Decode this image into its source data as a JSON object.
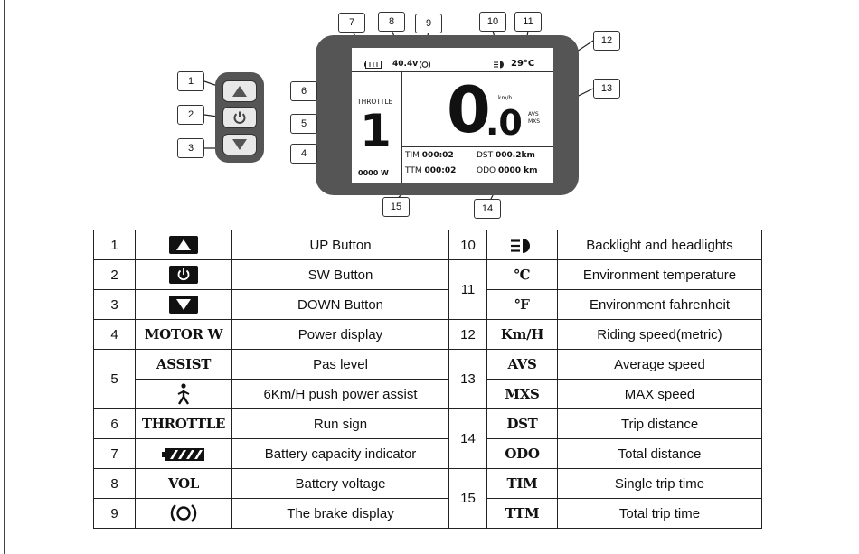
{
  "diagram": {
    "callouts": [
      "1",
      "2",
      "3",
      "4",
      "5",
      "6",
      "7",
      "8",
      "9",
      "10",
      "11",
      "12",
      "13",
      "14",
      "15"
    ],
    "screen": {
      "voltage": "40.4v",
      "temperature": "29°C",
      "throttle": "THROTTLE",
      "assist_level": "1",
      "power": "0000 W",
      "speed_int": "0",
      "speed_dec": ".0",
      "speed_unit": "km/h",
      "avs": "AVS",
      "mxs": "MXS",
      "tim_label": "TIM",
      "tim_value": "000:02",
      "ttm_label": "TTM",
      "ttm_value": "000:02",
      "dst_label": "DST",
      "dst_value": "000.2km",
      "odo_label": "ODO",
      "odo_value": "0000 km"
    }
  },
  "legend": {
    "left": [
      {
        "num": "1",
        "symbol_icon": "up-button-icon",
        "desc": "UP Button"
      },
      {
        "num": "2",
        "symbol_icon": "power-button-icon",
        "desc": "SW Button"
      },
      {
        "num": "3",
        "symbol_icon": "down-button-icon",
        "desc": "DOWN Button"
      },
      {
        "num": "4",
        "symbol": "MOTOR W",
        "desc": "Power display"
      },
      {
        "num": "5",
        "symbol": "ASSIST",
        "desc": "Pas level"
      },
      {
        "num": "",
        "symbol_icon": "walking-person-icon",
        "desc": "6Km/H push power assist"
      },
      {
        "num": "6",
        "symbol": "THROTTLE",
        "desc": "Run sign"
      },
      {
        "num": "7",
        "symbol_icon": "battery-icon",
        "desc": "Battery capacity indicator"
      },
      {
        "num": "8",
        "symbol": "VOL",
        "desc": "Battery voltage"
      },
      {
        "num": "9",
        "symbol_icon": "brake-icon",
        "desc": "The brake display"
      }
    ],
    "right": [
      {
        "num": "10",
        "symbol_icon": "headlight-icon",
        "desc": "Backlight and headlights"
      },
      {
        "num": "11",
        "symbol": "℃",
        "desc": "Environment temperature"
      },
      {
        "num": "",
        "symbol": "℉",
        "desc": "Environment fahrenheit"
      },
      {
        "num": "12",
        "symbol": "Km/H",
        "desc": "Riding speed(metric)"
      },
      {
        "num": "13",
        "symbol": "AVS",
        "desc": "Average speed"
      },
      {
        "num": "",
        "symbol": "MXS",
        "desc": "MAX speed"
      },
      {
        "num": "14",
        "symbol": "DST",
        "desc": "Trip distance"
      },
      {
        "num": "",
        "symbol": "ODO",
        "desc": "Total distance"
      },
      {
        "num": "15",
        "symbol": "TIM",
        "desc": "Single trip time"
      },
      {
        "num": "",
        "symbol": "TTM",
        "desc": "Total trip time"
      }
    ]
  }
}
